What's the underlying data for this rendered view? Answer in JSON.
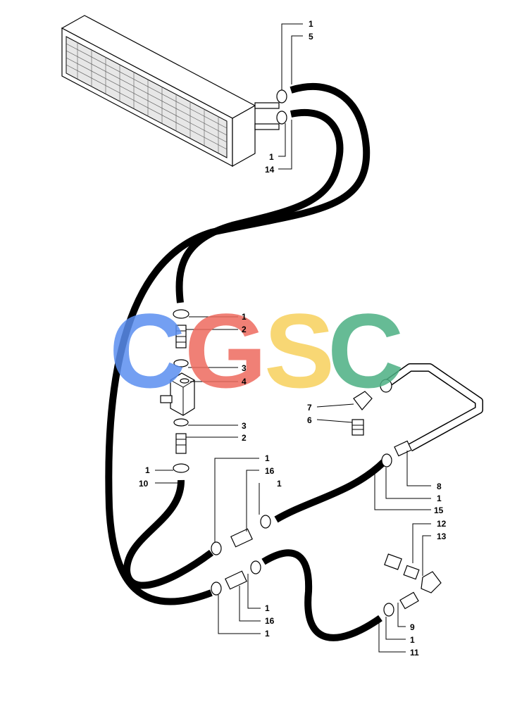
{
  "watermark": {
    "letters": [
      "C",
      "G",
      "S",
      "C"
    ],
    "colors": [
      "#5b8ff0",
      "#ee6b5f",
      "#f7d15c",
      "#4cb083"
    ]
  },
  "callouts": {
    "c1_top": "1",
    "c5": "5",
    "c1_mid": "1",
    "c14": "14",
    "v1": "1",
    "v2a": "2",
    "v3a": "3",
    "v4": "4",
    "v3b": "3",
    "v2b": "2",
    "v1b": "1",
    "v10": "10",
    "c7": "7",
    "c6": "6",
    "c8": "8",
    "r1a": "1",
    "c15": "15",
    "m1a": "1",
    "m16a": "16",
    "m1b": "1",
    "c12": "12",
    "c13": "13",
    "c9": "9",
    "r1b": "1",
    "c11": "11",
    "b1a": "1",
    "b16": "16",
    "b1b": "1"
  }
}
